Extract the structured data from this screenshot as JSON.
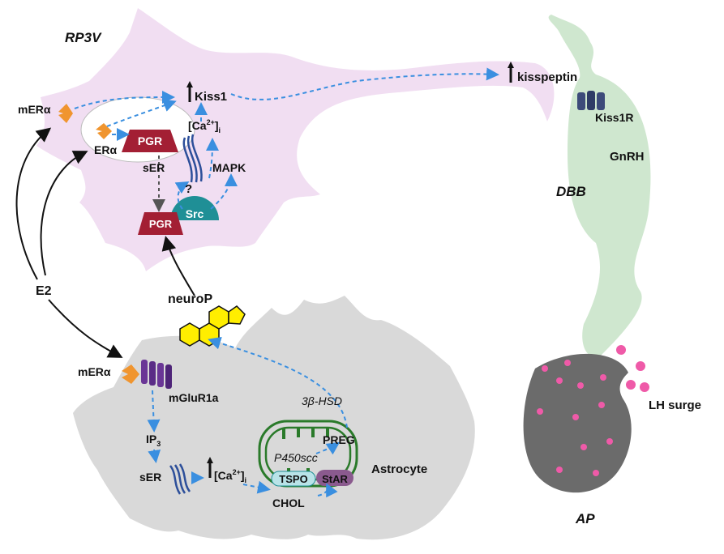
{
  "labels": {
    "rp3v": "RP3V",
    "kiss1": "Kiss1",
    "kisspeptin": "kisspeptin",
    "mer_top": "mERα",
    "er_alpha": "ERα",
    "pgr_top": "PGR",
    "pgr_bottom": "PGR",
    "src": "Src",
    "ca_top_base": "[Ca",
    "ca_top_sup": "2+",
    "ca_top_sub": "i",
    "ser_top": "sER",
    "question": "?",
    "mapk": "MAPK",
    "kiss1r": "Kiss1R",
    "gnrh": "GnRH",
    "dbb": "DBB",
    "e2": "E2",
    "neurop": "neuroP",
    "mer_bottom": "mERα",
    "mglur1a": "mGluR1a",
    "ip3_base": "IP",
    "ip3_sub": "3",
    "hsd": "3β-HSD",
    "preg": "PREG",
    "p450scc": "P450scc",
    "ser_bottom": "sER",
    "ca_bottom_base": "[Ca",
    "ca_bottom_sup": "2+",
    "ca_bottom_sub": "i",
    "tspo": "TSPO",
    "star": "StAR",
    "chol": "CHOL",
    "astrocyte": "Astrocyte",
    "lh_surge": "LH surge",
    "ap": "AP"
  },
  "colors": {
    "neuron_fill": "#f1def2",
    "astrocyte_fill": "#d9d9d9",
    "gnrh_fill": "#cfe7cf",
    "pituitary_fill": "#6b6b6b",
    "lh_dot": "#ef5aa8",
    "pgr": "#a31f34",
    "src": "#1f8f96",
    "receptor_orange": "#f0952f",
    "mglur": "#6a3696",
    "kiss1r": "#3d4b7a",
    "ser": "#2d4f9a",
    "mito_stroke": "#2a7a2a",
    "tspo": "#b9e3e8",
    "star": "#8a5a8e",
    "steroid": "#ffee00",
    "arrow_blue": "#3a8fe0"
  }
}
